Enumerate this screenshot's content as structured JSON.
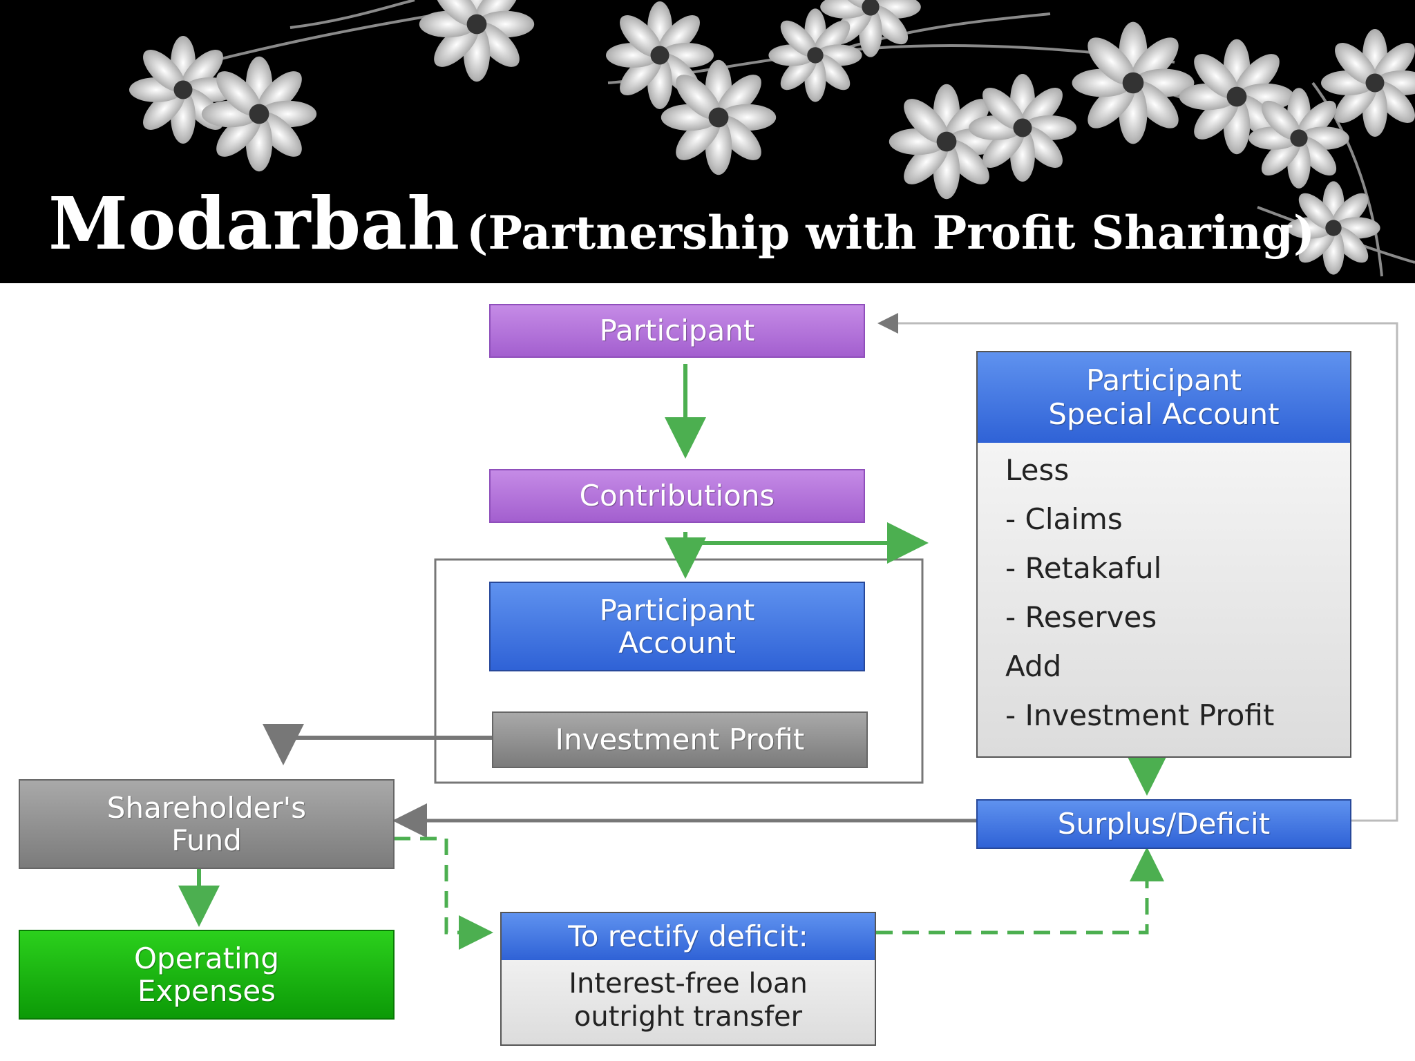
{
  "title": {
    "main": "Modarbah",
    "sub": "(Partnership with Profit Sharing)"
  },
  "colors": {
    "purple": "#b477dc",
    "blue": "#3a6fdd",
    "gray": "#8f8f8f",
    "green": "#14b20d",
    "arrow_green": "#4caf50",
    "arrow_gray": "#777777"
  },
  "nodes": {
    "participant": "Participant",
    "contributions": "Contributions",
    "participant_account": [
      "Participant",
      "Account"
    ],
    "investment_profit": "Investment Profit",
    "shareholders_fund": [
      "Shareholder's",
      "Fund"
    ],
    "operating_expenses": [
      "Operating",
      "Expenses"
    ],
    "surplus_deficit": "Surplus/Deficit"
  },
  "special_account": {
    "title": [
      "Participant",
      "Special Account"
    ],
    "lines": [
      "Less",
      "- Claims",
      "- Retakaful",
      "- Reserves",
      "Add",
      "- Investment Profit"
    ]
  },
  "rectify": {
    "title": "To rectify deficit:",
    "lines": [
      "Interest-free loan",
      "outright transfer"
    ]
  }
}
